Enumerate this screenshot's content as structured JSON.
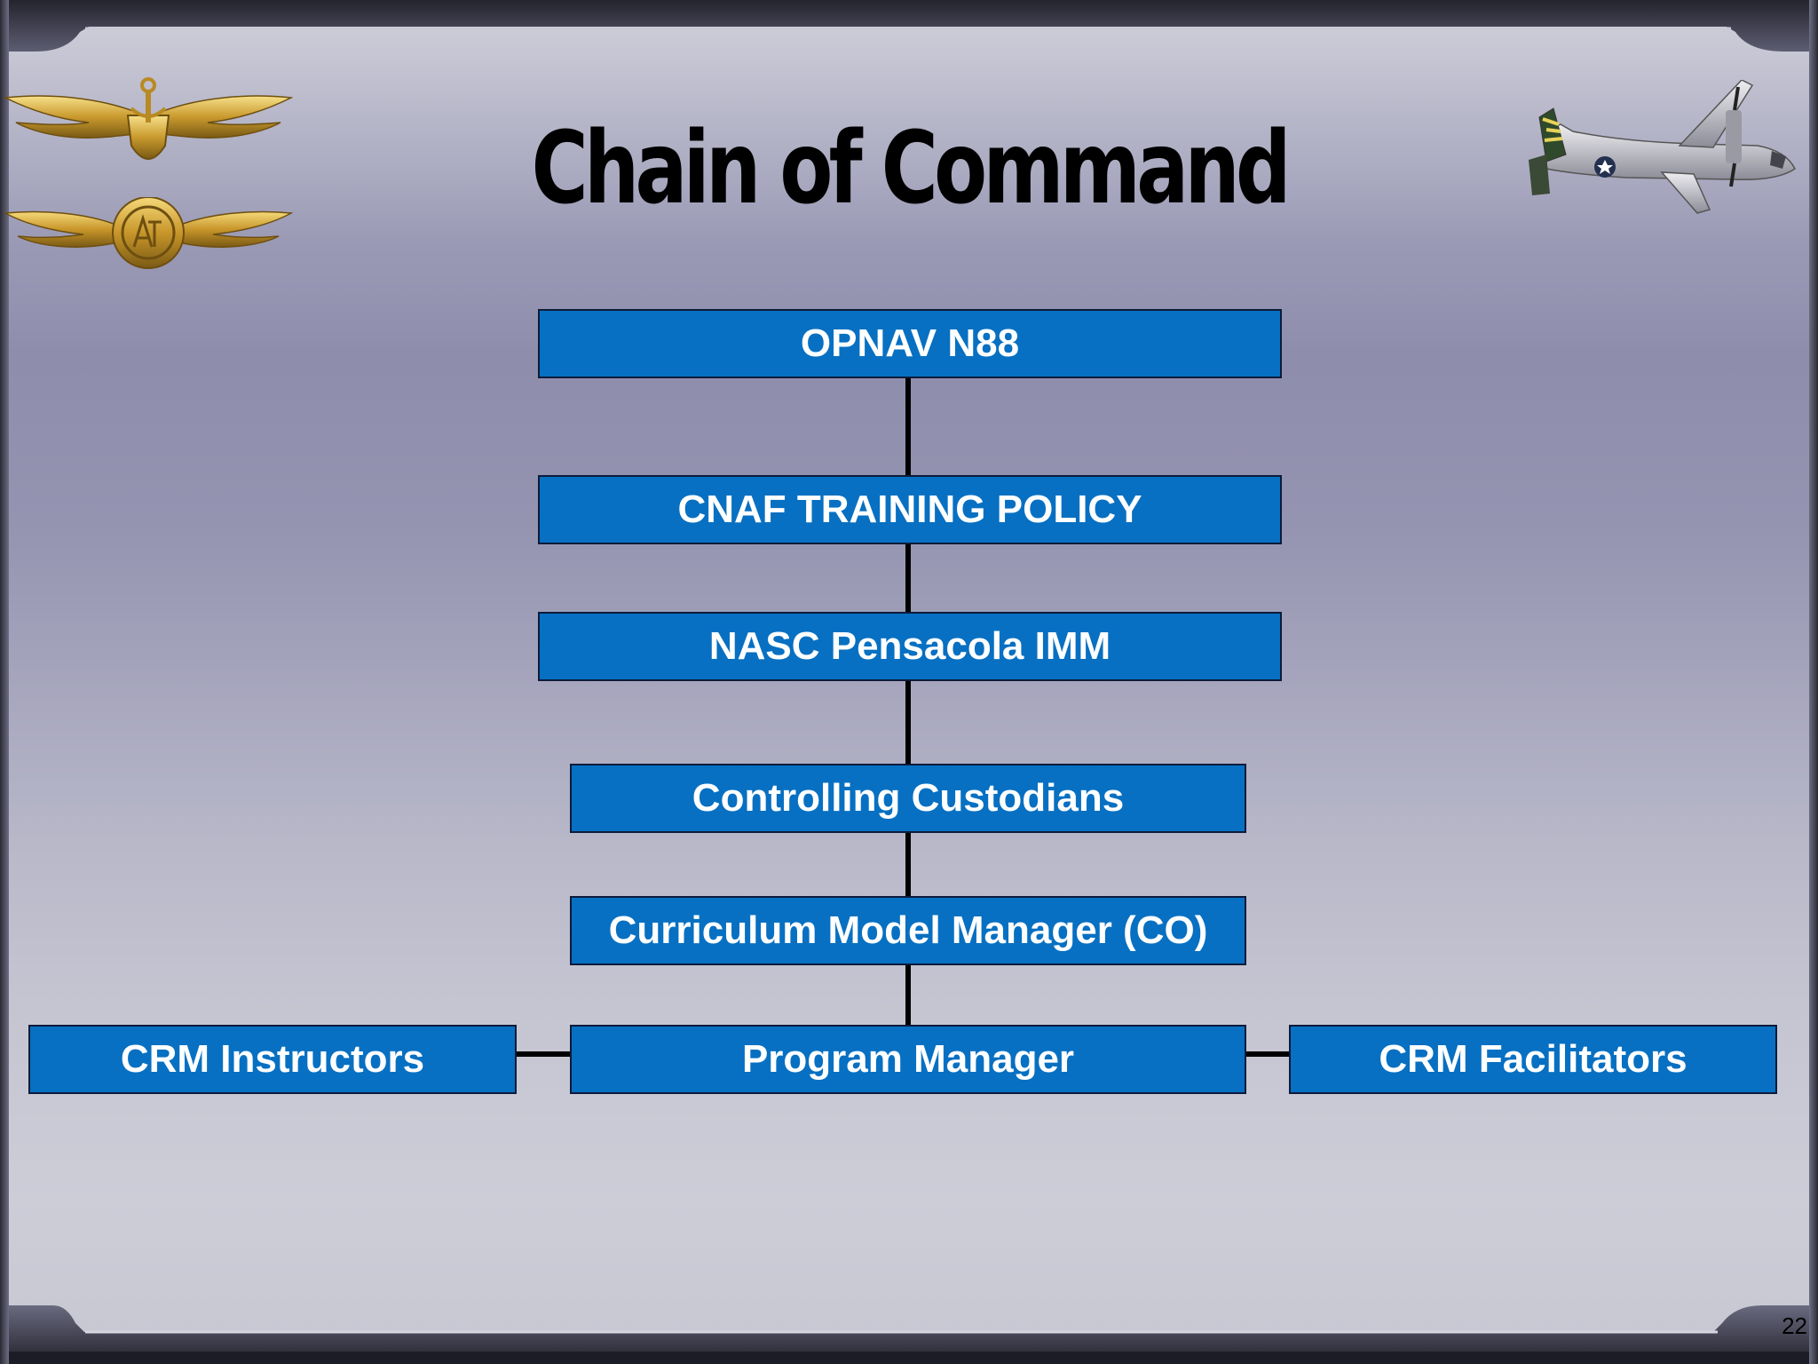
{
  "slide": {
    "title": "Chain of Command",
    "page_number": "22"
  },
  "org_chart": {
    "nodes": {
      "opnav": "OPNAV N88",
      "cnaf": "CNAF TRAINING POLICY",
      "nasc": "NASC Pensacola IMM",
      "custodians": "Controlling Custodians",
      "cmm": "Curriculum Model Manager (CO)",
      "program_manager": "Program Manager",
      "instructors": "CRM Instructors",
      "facilitators": "CRM Facilitators"
    }
  },
  "colors": {
    "box_fill": "#0770c2",
    "box_text": "#ffffff",
    "connector": "#000000"
  },
  "icons": [
    "naval-aviator-wings-icon",
    "air-traffic-control-wings-icon",
    "c2-greyhound-aircraft-icon"
  ]
}
